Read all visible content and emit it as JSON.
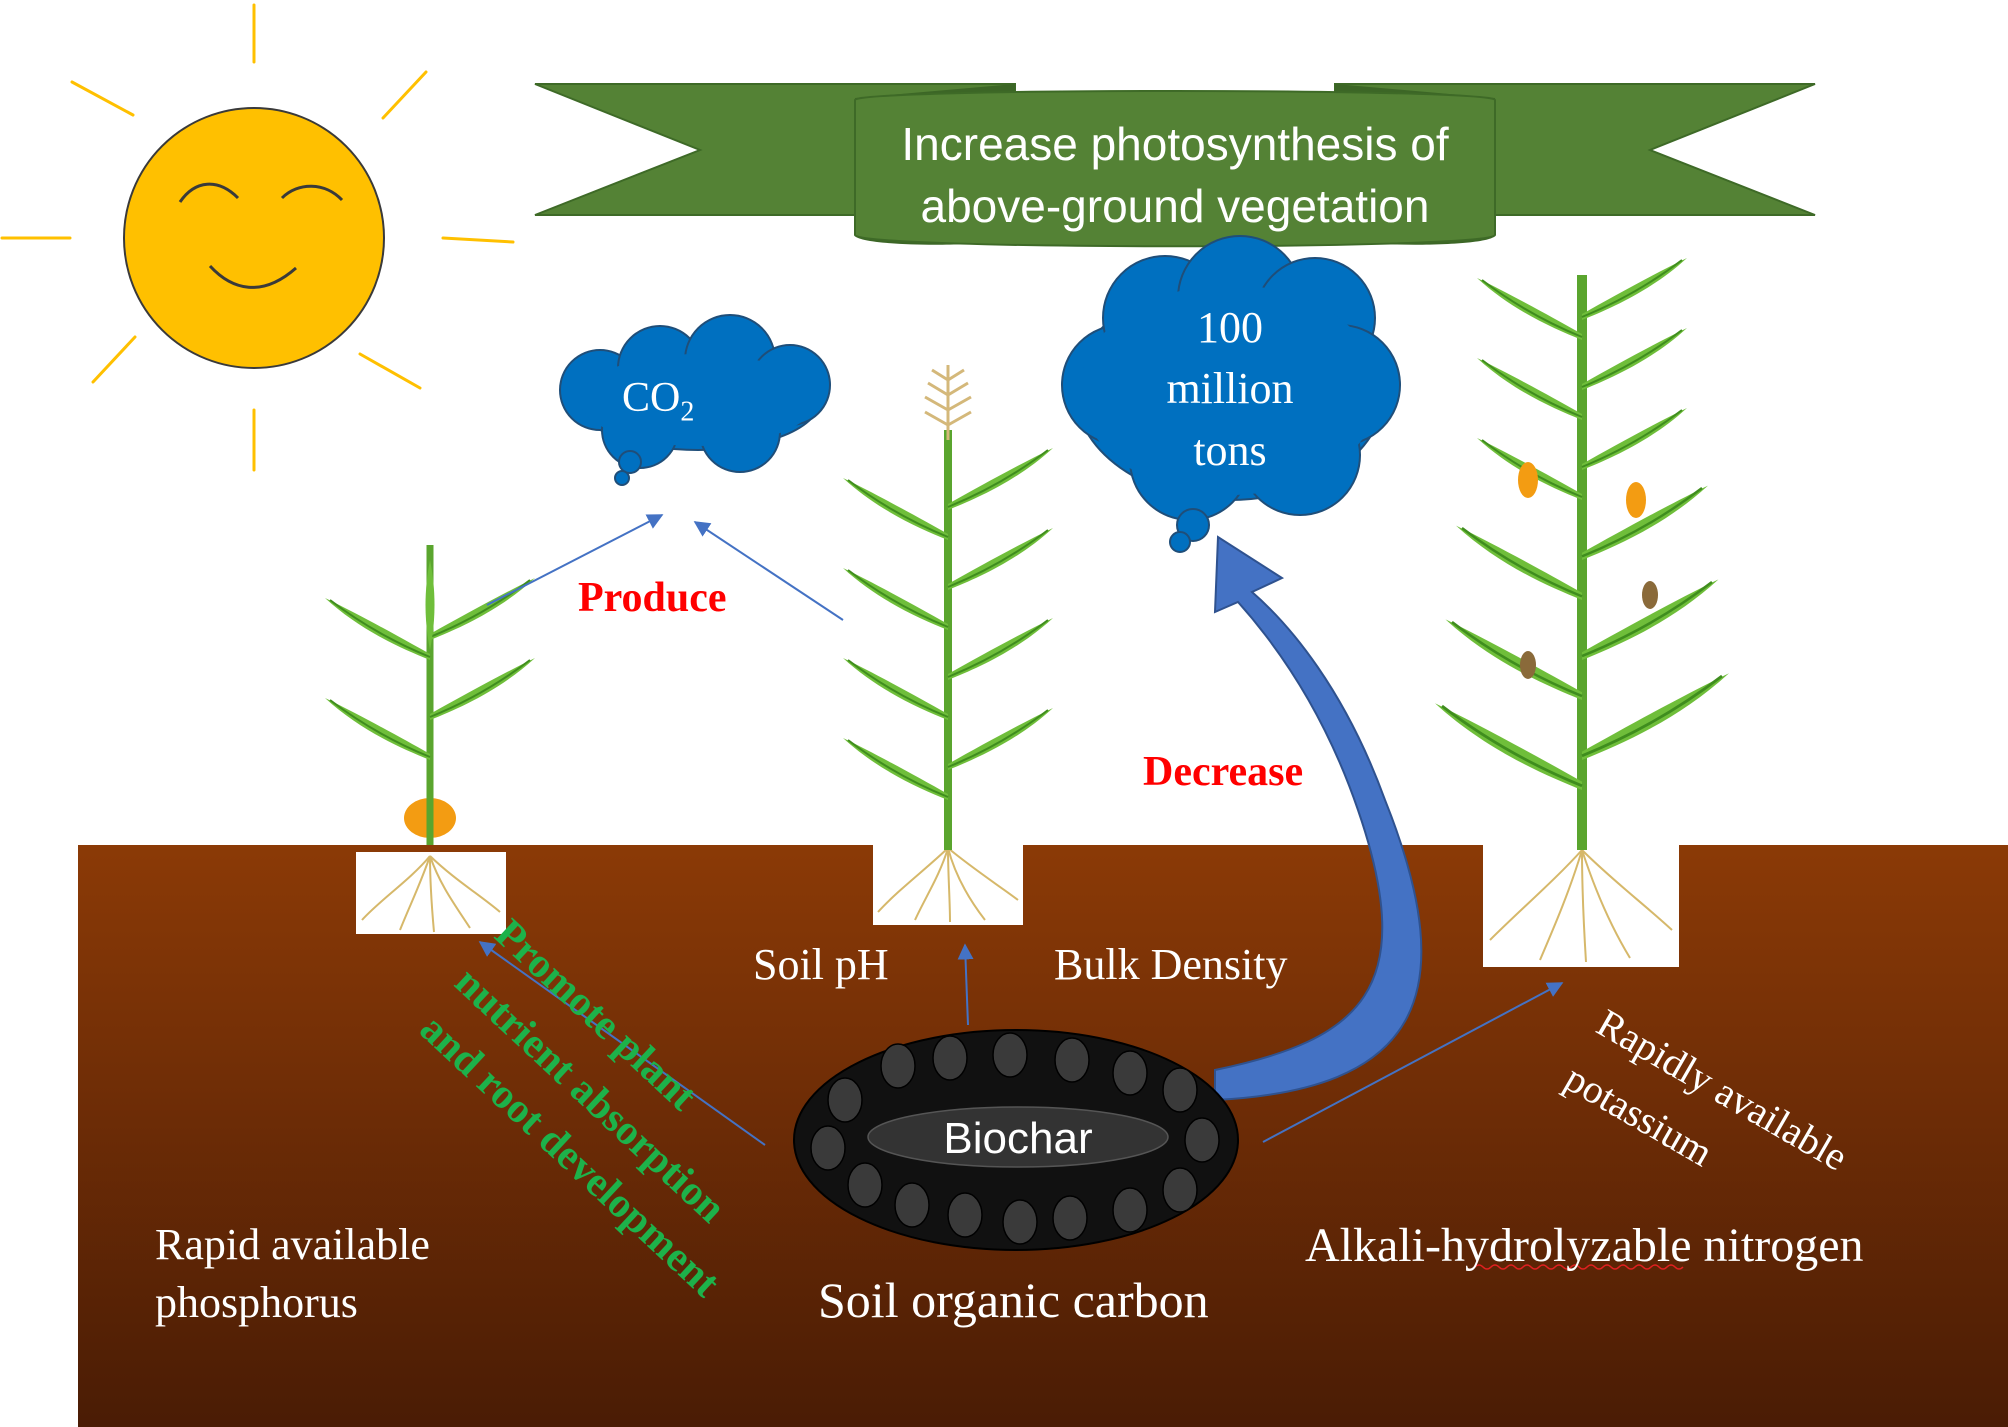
{
  "banner": {
    "line1": "Increase photosynthesis of",
    "line2": "above-ground vegetation"
  },
  "clouds": {
    "co2_label": "CO",
    "co2_subscript": "2",
    "emission_line1": "100",
    "emission_line2": "million",
    "emission_line3": "tons"
  },
  "labels": {
    "produce": "Produce",
    "decrease": "Decrease",
    "promote_line1": "Promote plant",
    "promote_line2": "nutrient absorption",
    "promote_line3": "and root development",
    "soil_ph": "Soil pH",
    "bulk_density": "Bulk Density",
    "biochar": "Biochar",
    "potassium_line1": "Rapidly available",
    "potassium_line2": "potassium",
    "nitrogen": "Alkali-hydrolyzable nitrogen",
    "phosphorus_line1": "Rapid available",
    "phosphorus_line2": "phosphorus",
    "soc": "Soil organic carbon"
  },
  "colors": {
    "banner_green": "#548235",
    "cloud_blue": "#0070c0",
    "sun_yellow": "#ffc000",
    "arrow_blue": "#4472c4",
    "soil_top": "#8b3a06",
    "soil_bottom": "#4a1c05",
    "label_red": "#ff0000",
    "label_green": "#1db24a"
  }
}
